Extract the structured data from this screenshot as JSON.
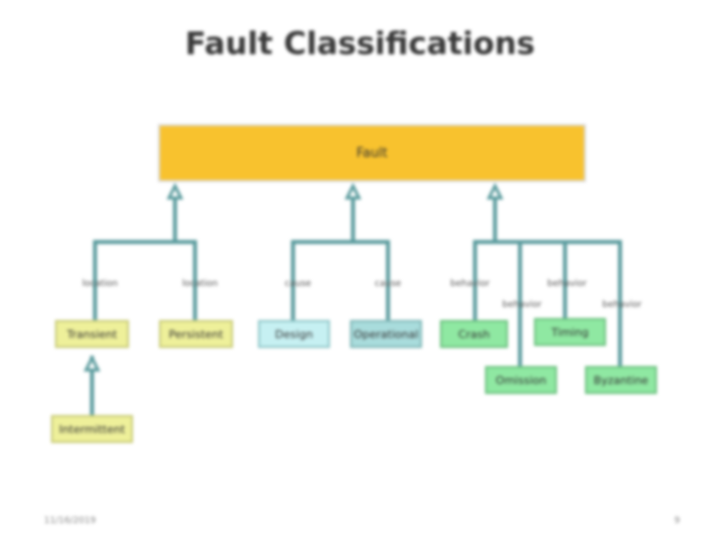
{
  "title": "Fault Classifications",
  "root": "Fault",
  "labels": {
    "l1": "location",
    "l2": "location",
    "l3": "cause",
    "l4": "cause",
    "l5": "behavior",
    "l6": "behavior",
    "l7": "behavior",
    "l8": "behavior"
  },
  "nodes": {
    "transient": "Transient",
    "persistent": "Persistent",
    "design": "Design",
    "operational": "Operational",
    "crash": "Crash",
    "omission": "Omission",
    "timing": "Timing",
    "byzantine": "Byzantine",
    "intermittent": "Intermittent"
  },
  "footer": {
    "date": "11/16/2019",
    "page": "9"
  },
  "colors": {
    "connector": "#5a9b9d",
    "root": "#f8c22e",
    "yellow": "#eef09a",
    "cyan": "#c6f0f2",
    "teal": "#a9dcdc",
    "green": "#8fe8a2"
  }
}
